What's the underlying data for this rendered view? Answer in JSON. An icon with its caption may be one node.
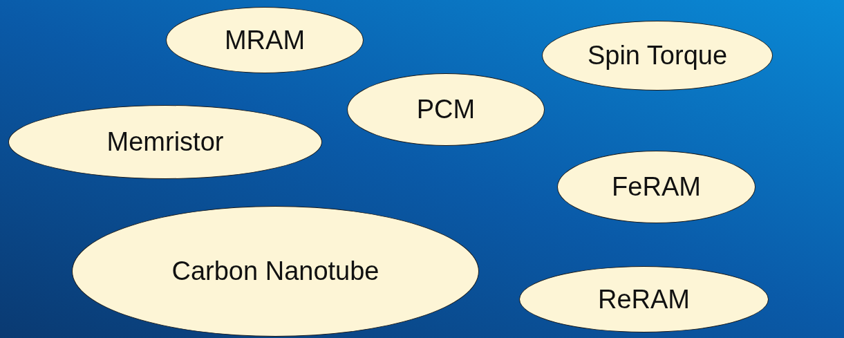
{
  "diagram": {
    "nodes": [
      {
        "text": [
          "MRAM"
        ]
      },
      {
        "text": [
          "Spin Torque"
        ]
      },
      {
        "text": [
          "PCM"
        ]
      },
      {
        "text": [
          "Memristor"
        ]
      },
      {
        "text": [
          "FeRAM"
        ]
      },
      {
        "text": [
          "Carbon Nanotube"
        ]
      },
      {
        "text": [
          "ReRAM"
        ]
      }
    ]
  }
}
